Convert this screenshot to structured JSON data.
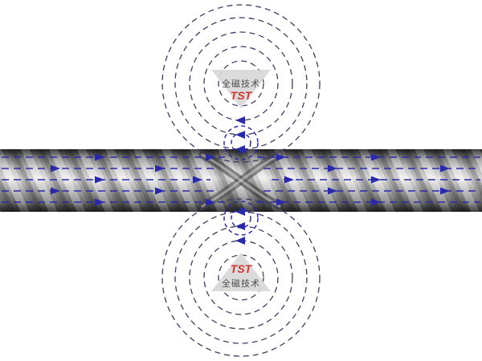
{
  "colors": {
    "flux_blue": "#2a2aa8",
    "field_line_navy": "#3c3c64",
    "logo_red": "#cf2620",
    "watermark_text": "#3a3a3a",
    "watermark_triangle": "#d9d9d9",
    "rope_dark": "#464646",
    "rope_light": "#e6e6e6",
    "background": "#ffffff"
  },
  "watermark_top": {
    "brand_text": "全磁技术",
    "logo_text": "TST"
  },
  "watermark_bottom": {
    "brand_text": "全磁技术",
    "logo_text": "TST"
  }
}
